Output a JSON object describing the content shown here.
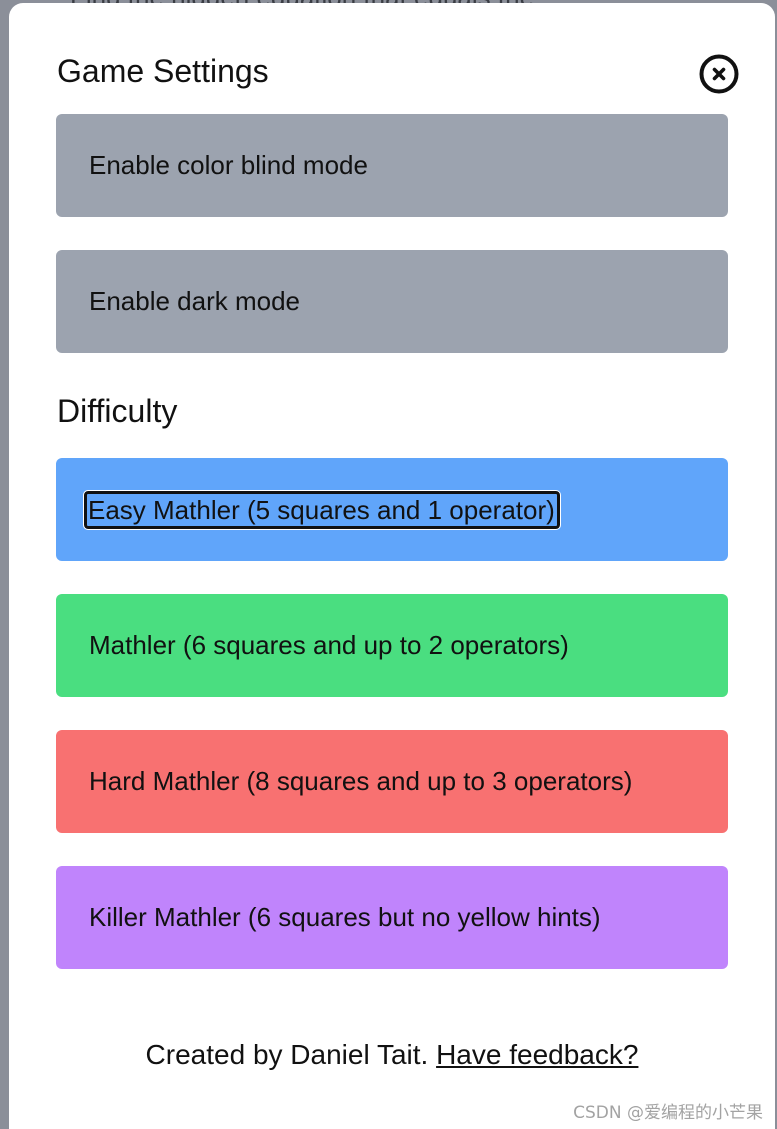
{
  "backdrop": {
    "partial_text": "Find the hidden equation that equals the"
  },
  "modal": {
    "title": "Game Settings",
    "close_icon": "close-circle-icon",
    "settings": [
      {
        "label": "Enable color blind mode",
        "color": "#9ca3af"
      },
      {
        "label": "Enable dark mode",
        "color": "#9ca3af"
      }
    ],
    "difficulty": {
      "heading": "Difficulty",
      "options": [
        {
          "label": "Easy Mathler (5 squares and 1 operator)",
          "color": "#60a5fa",
          "focused": true
        },
        {
          "label": "Mathler (6 squares and up to 2 operators)",
          "color": "#4ade80"
        },
        {
          "label": "Hard Mathler (8 squares and up to 3 operators)",
          "color": "#f87171"
        },
        {
          "label": "Killer Mathler (6 squares but no yellow hints)",
          "color": "#c084fc"
        }
      ]
    },
    "footer": {
      "created_by": "Created by Daniel Tait. ",
      "feedback_link": "Have feedback?"
    }
  },
  "watermark": "CSDN @爱编程的小芒果"
}
